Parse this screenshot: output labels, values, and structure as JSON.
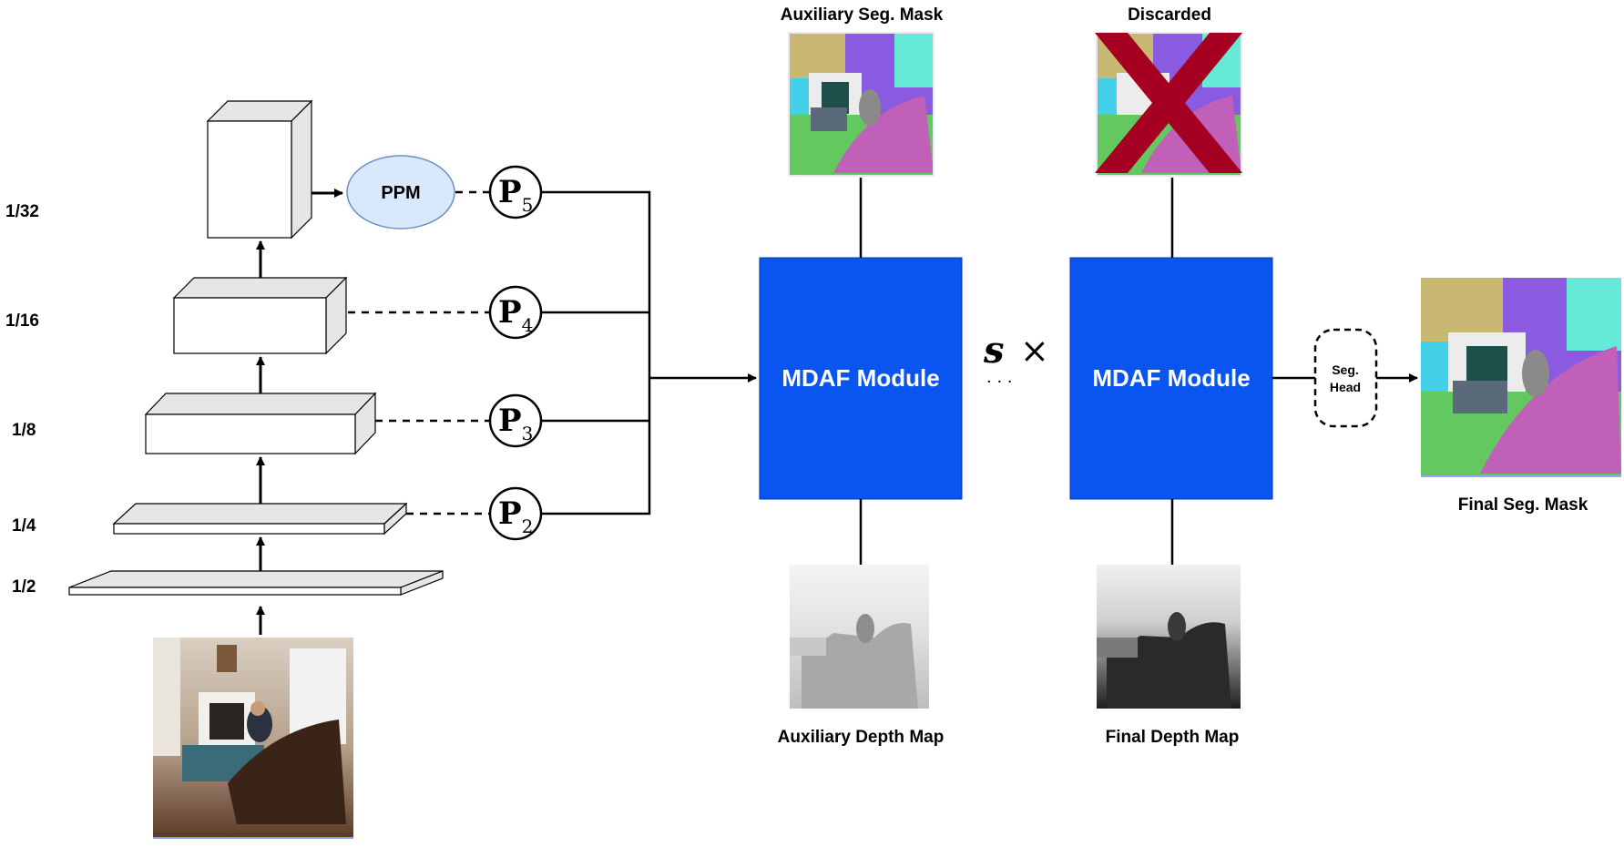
{
  "scales": [
    "1/32",
    "1/16",
    "1/8",
    "1/4",
    "1/2"
  ],
  "ppm_label": "PPM",
  "pyramid": [
    {
      "letter": "P",
      "sub": "5"
    },
    {
      "letter": "P",
      "sub": "4"
    },
    {
      "letter": "P",
      "sub": "3"
    },
    {
      "letter": "P",
      "sub": "2"
    }
  ],
  "modules": [
    "MDAF Module",
    "MDAF Module"
  ],
  "repeat": {
    "symbol": "s",
    "times": "×",
    "dots": "· · ·"
  },
  "seg_head": [
    "Seg.",
    "Head"
  ],
  "captions": {
    "aux_seg": "Auxiliary Seg. Mask",
    "discarded": "Discarded",
    "aux_depth": "Auxiliary Depth Map",
    "final_depth": "Final Depth Map",
    "final_seg": "Final Seg. Mask"
  },
  "colors": {
    "module_blue": "#0a55f0",
    "ppm_fill": "#dae8fc",
    "cross_red": "#a50021",
    "box_side": "#e6e6e6"
  }
}
